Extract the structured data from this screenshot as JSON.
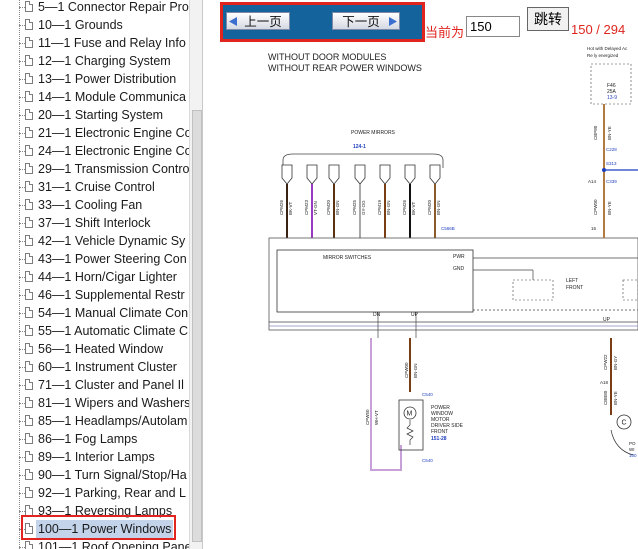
{
  "sidebar": {
    "items": [
      {
        "label": "5—1 Connector Repair Pro"
      },
      {
        "label": "10—1 Grounds"
      },
      {
        "label": "11—1 Fuse and Relay Info"
      },
      {
        "label": "12—1 Charging System"
      },
      {
        "label": "13—1 Power Distribution"
      },
      {
        "label": "14—1 Module Communica"
      },
      {
        "label": "20—1 Starting System"
      },
      {
        "label": "21—1 Electronic Engine Co"
      },
      {
        "label": "24—1 Electronic Engine Co"
      },
      {
        "label": "29—1 Transmission Contro"
      },
      {
        "label": "31—1 Cruise Control"
      },
      {
        "label": "33—1 Cooling Fan"
      },
      {
        "label": "37—1 Shift Interlock"
      },
      {
        "label": "42—1 Vehicle Dynamic Sy"
      },
      {
        "label": "43—1 Power Steering Con"
      },
      {
        "label": "44—1 Horn/Cigar Lighter"
      },
      {
        "label": "46—1 Supplemental Restr"
      },
      {
        "label": "54—1 Manual Climate Con"
      },
      {
        "label": "55—1 Automatic Climate C"
      },
      {
        "label": "56—1 Heated Window"
      },
      {
        "label": "60—1 Instrument Cluster"
      },
      {
        "label": "71—1 Cluster and Panel Il"
      },
      {
        "label": "81—1 Wipers and Washers"
      },
      {
        "label": "85—1 Headlamps/Autolam"
      },
      {
        "label": "86—1 Fog Lamps"
      },
      {
        "label": "89—1 Interior Lamps"
      },
      {
        "label": "90—1 Turn Signal/Stop/Ha"
      },
      {
        "label": "92—1 Parking, Rear and L"
      },
      {
        "label": "93—1 Reversing Lamps"
      },
      {
        "label": "100—1 Power Windows"
      },
      {
        "label": "101—1 Roof Opening Pane"
      }
    ],
    "selected_index": 29
  },
  "toolbar": {
    "prev_label": "上一页",
    "next_label": "下一页",
    "current_label": "当前为",
    "page_value": "150",
    "jump_label": "跳转",
    "page_count": "150 / 294"
  },
  "diagram": {
    "title_line1": "WITHOUT DOOR MODULES",
    "title_line2": "WITHOUT REAR POWER WINDOWS",
    "power_mirrors": "POWER MIRRORS",
    "power_mirrors_ref": "124-1",
    "hot_note_1": "Hot with Delayed Ac",
    "hot_note_2": "Re ly energized",
    "fuse_name": "F46",
    "fuse_rating": "25A",
    "fuse_ref": "13-9",
    "mirror_switches": "MIRROR SWITCHES",
    "pwr": "PWR",
    "gnd": "GND",
    "dn": "DN",
    "up": "UP",
    "up_right": "UP",
    "left_front_1": "LEFT",
    "left_front_2": "FRONT",
    "connector_c566b": "C566B",
    "connector_c228": "C228",
    "connector_s313": "S313",
    "connector_c339": "C339",
    "connector_c540_top": "C540",
    "connector_c540_bottom": "C540",
    "pin_a14": "A14",
    "pin_a18": "A18",
    "pin_15": "15",
    "motor_label_1": "POWER",
    "motor_label_2": "WINDOW",
    "motor_label_3": "MOTOR",
    "motor_label_4": "DRIVER SIDE",
    "motor_label_5": "FRONT",
    "motor_ref": "151-28",
    "motor_letter": "M",
    "right_component": "C",
    "right_label_1": "PO",
    "right_label_2": "WI",
    "right_ref": "100",
    "wire_codes": [
      "CPM26",
      "BK-VT",
      "CPM23",
      "VT-GN",
      "CPM20",
      "BN-GN",
      "CPM25",
      "GY-OG",
      "CPM19",
      "BN-GN",
      "CPM26",
      "BK-VT",
      "CPM20",
      "BN-GN"
    ],
    "motor_wire_1": "CPW50",
    "motor_wire_1_color": "WH-VT",
    "motor_wire_2": "CPW00",
    "motor_wire_2_color": "BN-GN",
    "right_wire_1": "CBP80",
    "right_wire_1_color": "BN-YE",
    "right_wire_2": "CPW00",
    "right_wire_2_color": "BN-YE",
    "right_wire_3": "CPW22",
    "right_wire_3_color": "BN-GY",
    "right_wire_4": "CBB80",
    "right_wire_4_color": "BN-YE"
  }
}
